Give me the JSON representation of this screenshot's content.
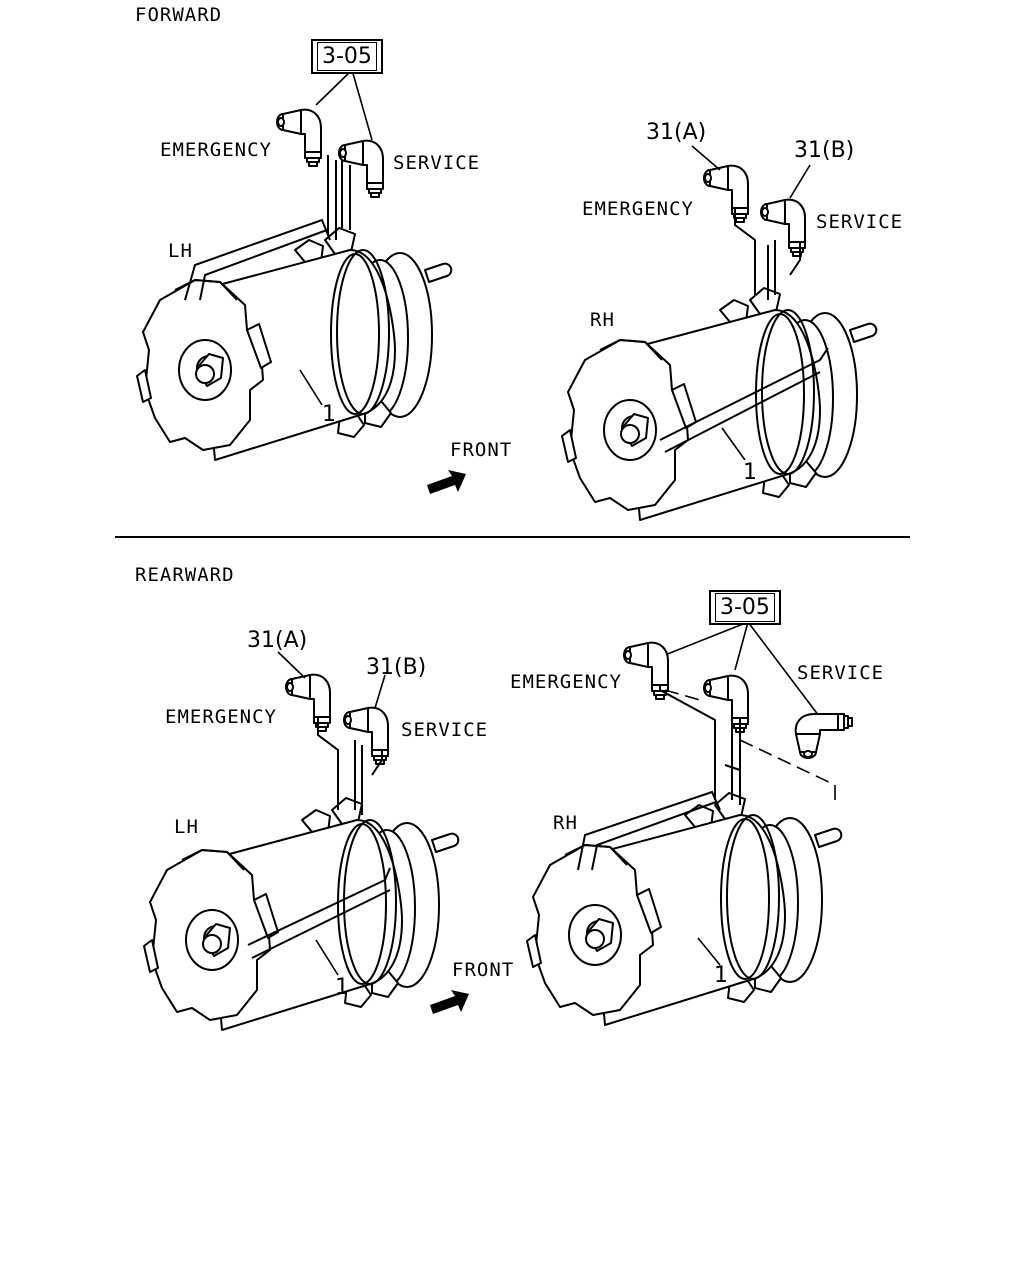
{
  "sections": {
    "forward": "FORWARD",
    "rearward": "REARWARD"
  },
  "labels": {
    "emergency": "EMERGENCY",
    "service": "SERVICE",
    "lh": "LH",
    "rh": "RH",
    "front": "FRONT",
    "part_1": "1",
    "ref_box": "3-05",
    "part_31a": "31(A)",
    "part_31b": "31(B)"
  }
}
